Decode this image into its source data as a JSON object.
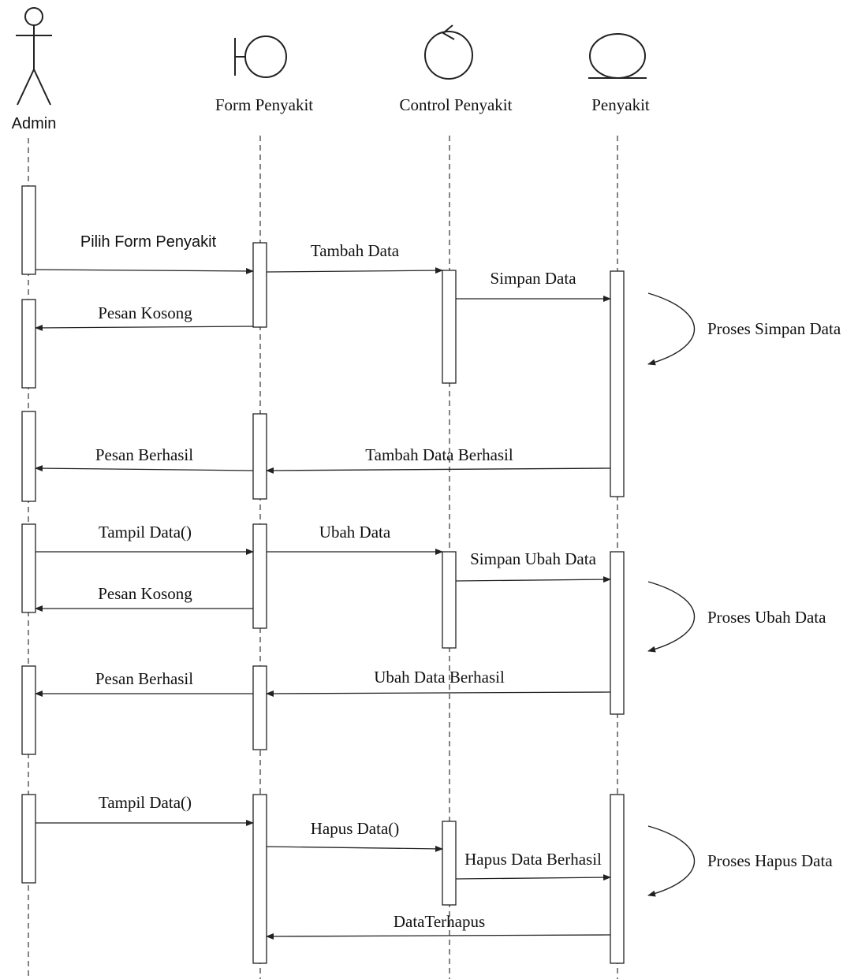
{
  "participants": [
    {
      "id": "admin",
      "name": "Admin",
      "type": "actor"
    },
    {
      "id": "form",
      "name": "Form Penyakit",
      "type": "boundary"
    },
    {
      "id": "control",
      "name": "Control Penyakit",
      "type": "control"
    },
    {
      "id": "entity",
      "name": "Penyakit",
      "type": "entity"
    }
  ],
  "messages": [
    {
      "id": "m1",
      "label": "Pilih Form Penyakit",
      "from": "admin",
      "to": "form"
    },
    {
      "id": "m2",
      "label": "Tambah Data",
      "from": "form",
      "to": "control"
    },
    {
      "id": "m3",
      "label": "Simpan Data",
      "from": "control",
      "to": "entity"
    },
    {
      "id": "m4",
      "label": "Pesan Kosong",
      "from": "form",
      "to": "admin"
    },
    {
      "id": "m5",
      "label": "Pesan Berhasil",
      "from": "form",
      "to": "admin"
    },
    {
      "id": "m6",
      "label": "Tambah Data Berhasil",
      "from": "entity",
      "to": "form"
    },
    {
      "id": "m7",
      "label": "Tampil Data()",
      "from": "admin",
      "to": "form"
    },
    {
      "id": "m8",
      "label": "Ubah Data",
      "from": "form",
      "to": "control"
    },
    {
      "id": "m9",
      "label": "Simpan Ubah Data",
      "from": "control",
      "to": "entity"
    },
    {
      "id": "m10",
      "label": "Pesan Kosong",
      "from": "form",
      "to": "admin"
    },
    {
      "id": "m11",
      "label": "Pesan Berhasil",
      "from": "form",
      "to": "admin"
    },
    {
      "id": "m12",
      "label": "Ubah Data Berhasil",
      "from": "entity",
      "to": "form"
    },
    {
      "id": "m13",
      "label": "Tampil Data()",
      "from": "admin",
      "to": "form"
    },
    {
      "id": "m14",
      "label": "Hapus Data()",
      "from": "form",
      "to": "control"
    },
    {
      "id": "m15",
      "label": "Hapus Data Berhasil",
      "from": "control",
      "to": "entity"
    },
    {
      "id": "m16",
      "label": "DataTerhapus",
      "from": "entity",
      "to": "form"
    }
  ],
  "self_processes": [
    {
      "id": "p1",
      "label": "Proses Simpan Data"
    },
    {
      "id": "p2",
      "label": "Proses Ubah Data"
    },
    {
      "id": "p3",
      "label": "Proses Hapus Data"
    }
  ],
  "colors": {
    "line": "#222222",
    "background": "#ffffff"
  }
}
